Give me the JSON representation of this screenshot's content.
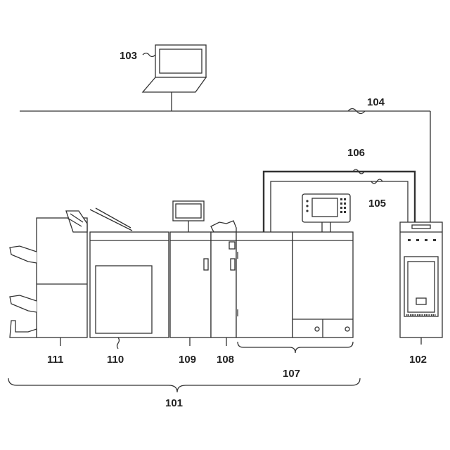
{
  "labels": {
    "system": "101",
    "server": "102",
    "client_pc": "103",
    "network": "104",
    "cable_105": "105",
    "cable_106": "106",
    "printer_main": "107",
    "unit_108": "108",
    "unit_109": "109",
    "unit_110": "110",
    "finisher_111": "111"
  }
}
